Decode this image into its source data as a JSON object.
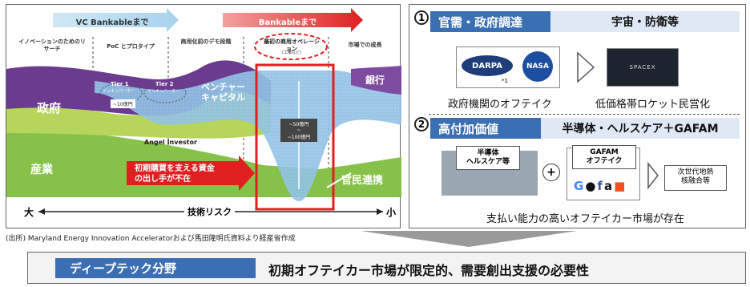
{
  "left": {
    "arrow_vc": "VC Bankableまで",
    "arrow_bankable": "Bankableまで",
    "stages": [
      "イノベーションのためのリサーチ",
      "PoC とプロタイプ",
      "商用化前のデモ段階",
      "最初の商用オペレーション",
      "(工場など)",
      "市場での成長"
    ],
    "tier1": "Tier 1",
    "tier2": "Tier 2",
    "incubator": "インキュベーター",
    "amount_small": "~10億円",
    "amount_large_1": "~50億円",
    "amount_large_2": "~",
    "amount_large_3": "~100億円",
    "bank": "銀行",
    "government": "政府",
    "venture_1": "ベンチャー",
    "venture_2": "キャピタル",
    "angel": "Angel Investor",
    "industry": "産業",
    "red_note_1": "初期購買を支える資金",
    "red_note_2": "の出し手が不在",
    "ppp": "官民連携",
    "risk_big": "大",
    "risk_label": "技術リスク",
    "risk_small": "小"
  },
  "right": {
    "s1_num": "1",
    "s1_head": "官需・政府調達",
    "s1_sub": "宇宙・防衛等",
    "darpa": "DARPA",
    "nasa": "NASA",
    "note1": "*1",
    "spacex": "SPACEX",
    "cap1a": "政府機関のオフテイク",
    "cap1b": "低価格帯ロケット民営化",
    "s2_num": "2",
    "s2_head": "高付加価値",
    "s2_sub": "半導体・ヘルスケア＋GAFAM",
    "box_semi_1": "半導体",
    "box_semi_2": "ヘルスケア等",
    "plus": "+",
    "gafam_1": "GAFAM",
    "gafam_2": "オフテイク",
    "next_1": "次世代地熱",
    "next_2": "核融合等",
    "cap2": "支払い能力の高いオフテイカー市場が存在"
  },
  "source": "(出所) Maryland Energy Innovation Acceleratorおよび馬田隆明氏資料より経産省作成",
  "bottom": {
    "label": "ディープテック分野",
    "text": "初期オフテイカー市場が限定的、需要創出支援の必要性"
  },
  "colors": {
    "gov": "#6a3b8f",
    "venture": "#9bc43c",
    "industry": "#86c24a",
    "red": "#e02020",
    "blue": "#3b6fb3",
    "bank": "#7d4ba0"
  }
}
